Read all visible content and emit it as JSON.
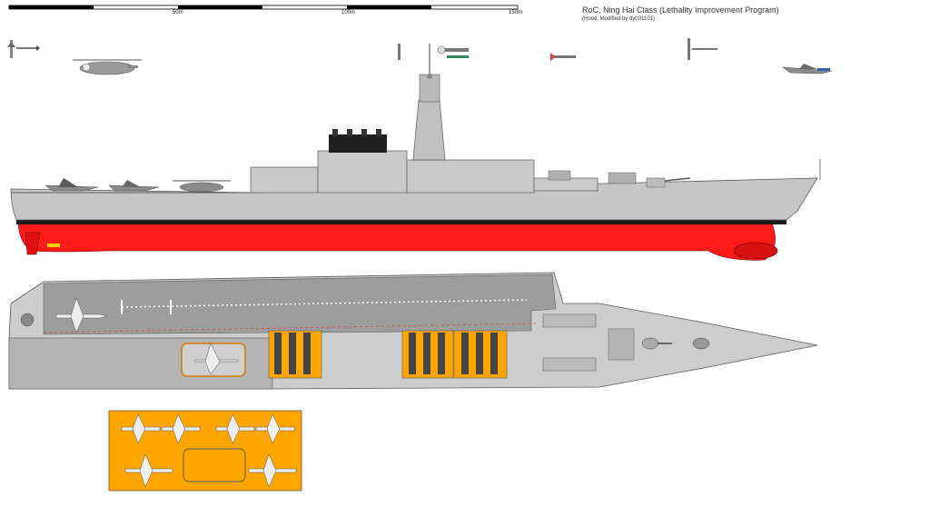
{
  "header": {
    "title": "RoC, Ning Hai Class (Lethality Improvement Program)",
    "credit": "(Hood, Modified by dy031101)"
  },
  "scale_bar": {
    "labels": [
      "50m",
      "100m",
      "150m"
    ]
  },
  "colors": {
    "hull_grey": "#c6c6c6",
    "deck_grey": "#a9a9a9",
    "waterline_black": "#1a1a1a",
    "antifouling_red": "#ff1a1a",
    "hangar_orange": "#ffa500",
    "outline": "#5a5a5a"
  },
  "icons": [
    "missile-icon",
    "helicopter-icon",
    "jet-fighter-icon",
    "radar-mast-icon",
    "gun-turret-icon",
    "fighter-topview-icon"
  ]
}
